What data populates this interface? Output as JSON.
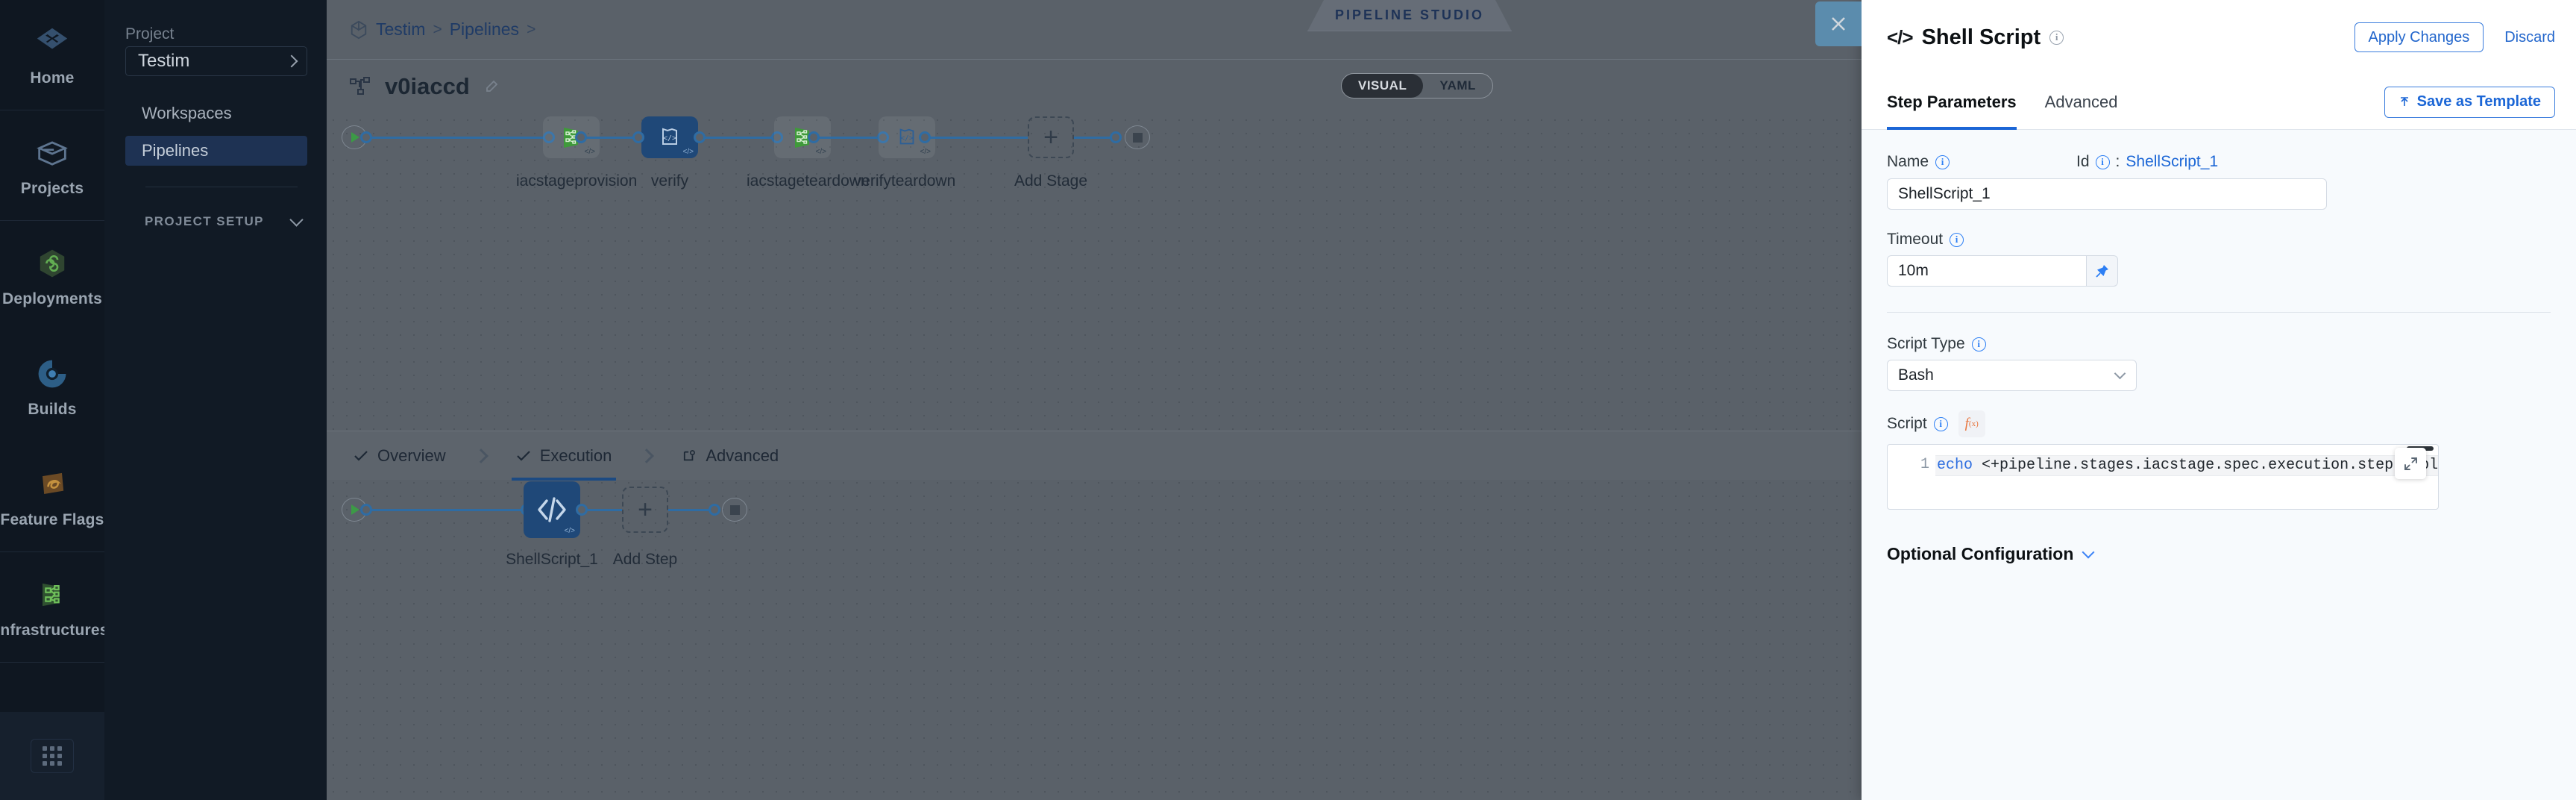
{
  "rail": {
    "items": [
      {
        "label": "Home",
        "icon": "home-diamond-icon"
      },
      {
        "label": "Projects",
        "icon": "box-icon"
      },
      {
        "label": "Deployments",
        "icon": "infinity-hex-icon"
      },
      {
        "label": "Builds",
        "icon": "build-circle-icon"
      },
      {
        "label": "Feature Flags",
        "icon": "flag-icon"
      },
      {
        "label": "Infrastructures",
        "icon": "infra-nodes-icon"
      }
    ],
    "grid_icon": "app-grid-icon"
  },
  "sidebar": {
    "project_label": "Project",
    "project_name": "Testim",
    "project_chevron_icon": "chevron-right-icon",
    "nav": [
      {
        "label": "Workspaces",
        "active": false
      },
      {
        "label": "Pipelines",
        "active": true
      }
    ],
    "setup_label": "PROJECT SETUP",
    "setup_chevron_icon": "chevron-down-icon"
  },
  "header": {
    "breadcrumb": [
      "Testim",
      "Pipelines"
    ],
    "breadcrumb_cube_icon": "cube-icon",
    "breadcrumb_separator": ">",
    "studio_badge": "PIPELINE STUDIO",
    "pipeline_icon": "pipeline-nodes-icon",
    "pipeline_title": "v0iaccd",
    "edit_icon": "pencil-icon",
    "view_toggle": {
      "options": [
        "VISUAL",
        "YAML"
      ],
      "selected": "VISUAL"
    }
  },
  "canvas": {
    "start_icon": "play-icon",
    "end_icon": "stop-icon",
    "stages": [
      {
        "name": "iacstageprovision",
        "icon": "infra-nodes-icon",
        "selected": false
      },
      {
        "name": "verify",
        "icon": "verify-shield-icon",
        "selected": true
      },
      {
        "name": "iacstageteardown",
        "icon": "infra-nodes-icon",
        "selected": false
      },
      {
        "name": "verifyteardown",
        "icon": "verify-shield-icon",
        "selected": false
      }
    ],
    "add_stage_label": "Add Stage",
    "add_stage_icon": "plus-icon",
    "steps": [
      {
        "name": "ShellScript_1",
        "icon": "code-brackets-icon",
        "selected": true
      }
    ],
    "add_step_label": "Add Step",
    "add_step_icon": "plus-icon"
  },
  "exec_tabs": [
    {
      "label": "Overview",
      "icon": "check-icon",
      "active": false
    },
    {
      "label": "Execution",
      "icon": "check-icon",
      "active": true
    },
    {
      "label": "Advanced",
      "icon": "advanced-gear-icon",
      "active": false
    }
  ],
  "drawer": {
    "close_icon": "close-icon",
    "code_icon": "code-brackets-icon",
    "title": "Shell Script",
    "title_info_icon": "info-icon",
    "apply_label": "Apply Changes",
    "discard_label": "Discard",
    "tabs": [
      {
        "label": "Step Parameters",
        "active": true
      },
      {
        "label": "Advanced",
        "active": false
      }
    ],
    "save_template_label": "Save as Template",
    "save_template_icon": "upload-template-icon",
    "fields": {
      "name_label": "Name",
      "name_value": "ShellScript_1",
      "id_label": "Id",
      "id_separator": ":",
      "id_value": "ShellScript_1",
      "timeout_label": "Timeout",
      "timeout_value": "10m",
      "timeout_pin_icon": "pin-icon",
      "script_type_label": "Script Type",
      "script_type_value": "Bash",
      "script_type_chevron_icon": "chevron-down-icon",
      "script_label": "Script",
      "script_fx_icon": "fx-icon",
      "script_line_number": "1",
      "script_code_keyword": "echo",
      "script_code_rest": " <+pipeline.stages.iacstage.spec.execution.step  ppl",
      "script_expand_icon": "expand-icon",
      "info_icon": "info-icon"
    },
    "optional_config_label": "Optional Configuration",
    "optional_config_chevron_icon": "chevron-down-icon"
  },
  "colors": {
    "accent_blue": "#1b66d6",
    "node_selected": "#1f4878",
    "link_blue": "#2f6ca3",
    "rail_bg": "#0f1721",
    "canvas_bg": "#5a6169",
    "drawer_bg": "#f7fafd"
  }
}
